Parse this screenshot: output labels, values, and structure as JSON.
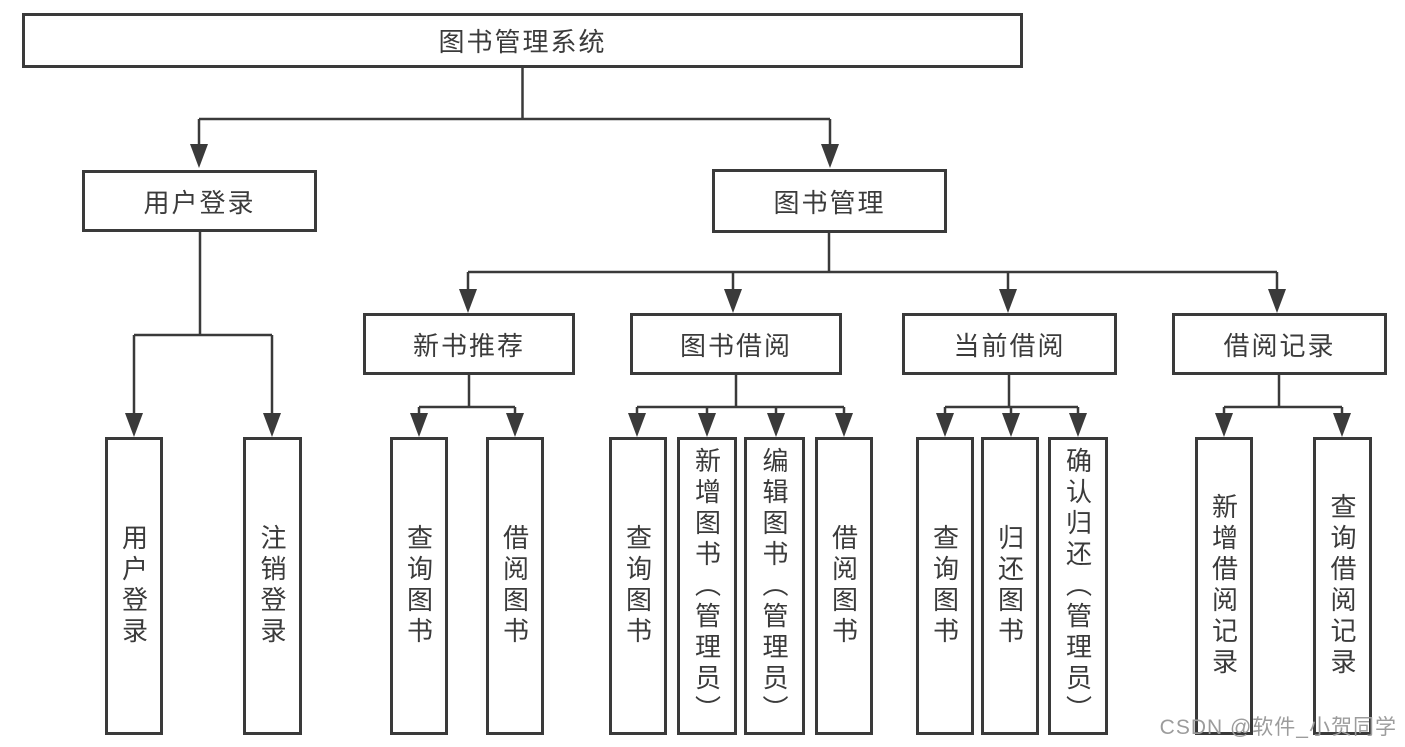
{
  "root": {
    "label": "图书管理系统"
  },
  "branches": {
    "user_login": {
      "label": "用户登录",
      "children": [
        {
          "label": "用户登录"
        },
        {
          "label": "注销登录"
        }
      ]
    },
    "book_mgmt": {
      "label": "图书管理"
    }
  },
  "modules": [
    {
      "label": "新书推荐",
      "children": [
        {
          "label": "查询图书"
        },
        {
          "label": "借阅图书"
        }
      ]
    },
    {
      "label": "图书借阅",
      "children": [
        {
          "label": "查询图书"
        },
        {
          "label": "新增图书（管理员）"
        },
        {
          "label": "编辑图书（管理员）"
        },
        {
          "label": "借阅图书"
        }
      ]
    },
    {
      "label": "当前借阅",
      "children": [
        {
          "label": "查询图书"
        },
        {
          "label": "归还图书"
        },
        {
          "label": "确认归还（管理员）"
        }
      ]
    },
    {
      "label": "借阅记录",
      "children": [
        {
          "label": "新增借阅记录"
        },
        {
          "label": "查询借阅记录"
        }
      ]
    }
  ],
  "watermark": "CSDN @软件_小贺同学",
  "colors": {
    "line": "#3a3a3a",
    "text": "#3b3b3b",
    "watermark_gray": "#9c9c9c",
    "background": "#ffffff"
  }
}
